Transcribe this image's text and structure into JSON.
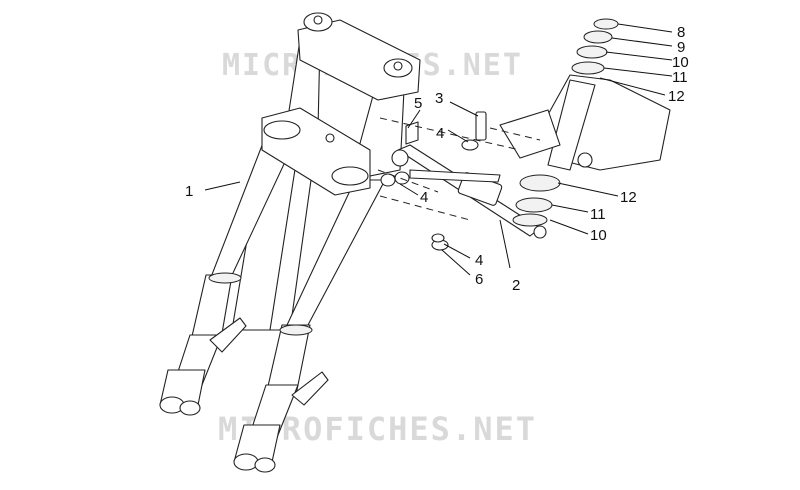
{
  "watermarks": [
    "MICROFICHES.NET",
    "MICROFICHES.NET"
  ],
  "callouts": [
    "1",
    "2",
    "3",
    "4",
    "4",
    "4",
    "5",
    "6",
    "8",
    "9",
    "10",
    "10",
    "11",
    "11",
    "12",
    "12"
  ],
  "colors": {
    "line": "#111111",
    "watermark": "#d9d9d9",
    "background": "#ffffff"
  }
}
